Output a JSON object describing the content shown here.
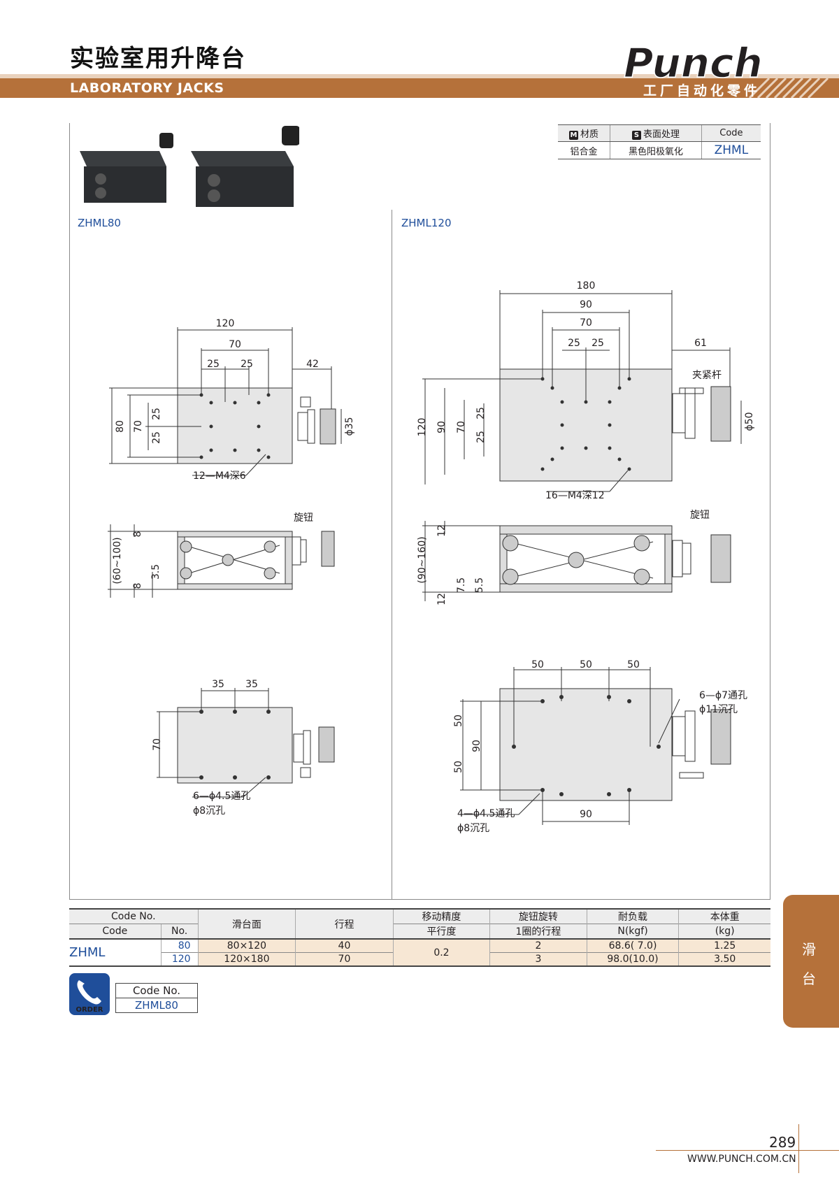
{
  "header": {
    "title_cn": "实验室用升降台",
    "title_en": "LABORATORY JACKS",
    "brand": "Punch",
    "brand_tag": "工厂自动化零件"
  },
  "spec": {
    "material_label": "材质",
    "material_icon": "M",
    "surface_label": "表面处理",
    "surface_icon": "S",
    "code_label": "Code",
    "material": "铝合金",
    "surface": "黑色阳极氧化",
    "code": "ZHML"
  },
  "models": {
    "left": "ZHML80",
    "right": "ZHML120"
  },
  "drawing_left": {
    "dims": [
      "120",
      "70",
      "25",
      "25",
      "42",
      "80",
      "70",
      "25",
      "25",
      "ϕ35",
      "(60~100)",
      "8",
      "3.5",
      "8",
      "35",
      "35",
      "70"
    ],
    "note_top": "12—M4深6",
    "knob": "旋钮",
    "note_bottom_1": "6—ϕ4.5通孔",
    "note_bottom_2": "ϕ8沉孔"
  },
  "drawing_right": {
    "dims": [
      "180",
      "90",
      "70",
      "25",
      "25",
      "61",
      "120",
      "90",
      "70",
      "25",
      "25",
      "ϕ50",
      "(90~160)",
      "12",
      "7.5",
      "5.5",
      "12",
      "50",
      "50",
      "50",
      "50",
      "90",
      "50",
      "90"
    ],
    "clamp": "夹紧杆",
    "note_top": "16—M4深12",
    "knob": "旋钮",
    "note_hole_1": "6—ϕ7通孔",
    "note_hole_2": "ϕ11沉孔",
    "note_bottom_1": "4—ϕ4.5通孔",
    "note_bottom_2": "ϕ8沉孔"
  },
  "table": {
    "h_codeno": "Code No.",
    "h_code": "Code",
    "h_no": "No.",
    "h_surface": "滑台面",
    "h_stroke": "行程",
    "h_accuracy_1": "移动精度",
    "h_accuracy_2": "平行度",
    "h_knob_1": "旋钮旋转",
    "h_knob_2": "1圈的行程",
    "h_load_1": "耐负载",
    "h_load_2": "N(kgf)",
    "h_weight_1": "本体重",
    "h_weight_2": "(kg)",
    "code": "ZHML",
    "accuracy": "0.2",
    "rows": [
      {
        "no": "80",
        "surface": "80×120",
        "stroke": "40",
        "knob": "2",
        "load": "68.6(  7.0)",
        "weight": "1.25"
      },
      {
        "no": "120",
        "surface": "120×180",
        "stroke": "70",
        "knob": "3",
        "load": "98.0(10.0)",
        "weight": "3.50"
      }
    ]
  },
  "order": {
    "label": "ORDER",
    "code_label": "Code No.",
    "code": "ZHML80"
  },
  "side_tab": {
    "c1": "滑",
    "c2": "台"
  },
  "footer": {
    "page": "289",
    "website": "WWW.PUNCH.COM.CN"
  },
  "colors": {
    "brand": "#b5713a",
    "blue": "#1f4e9a",
    "row": "#f7e7d4"
  }
}
